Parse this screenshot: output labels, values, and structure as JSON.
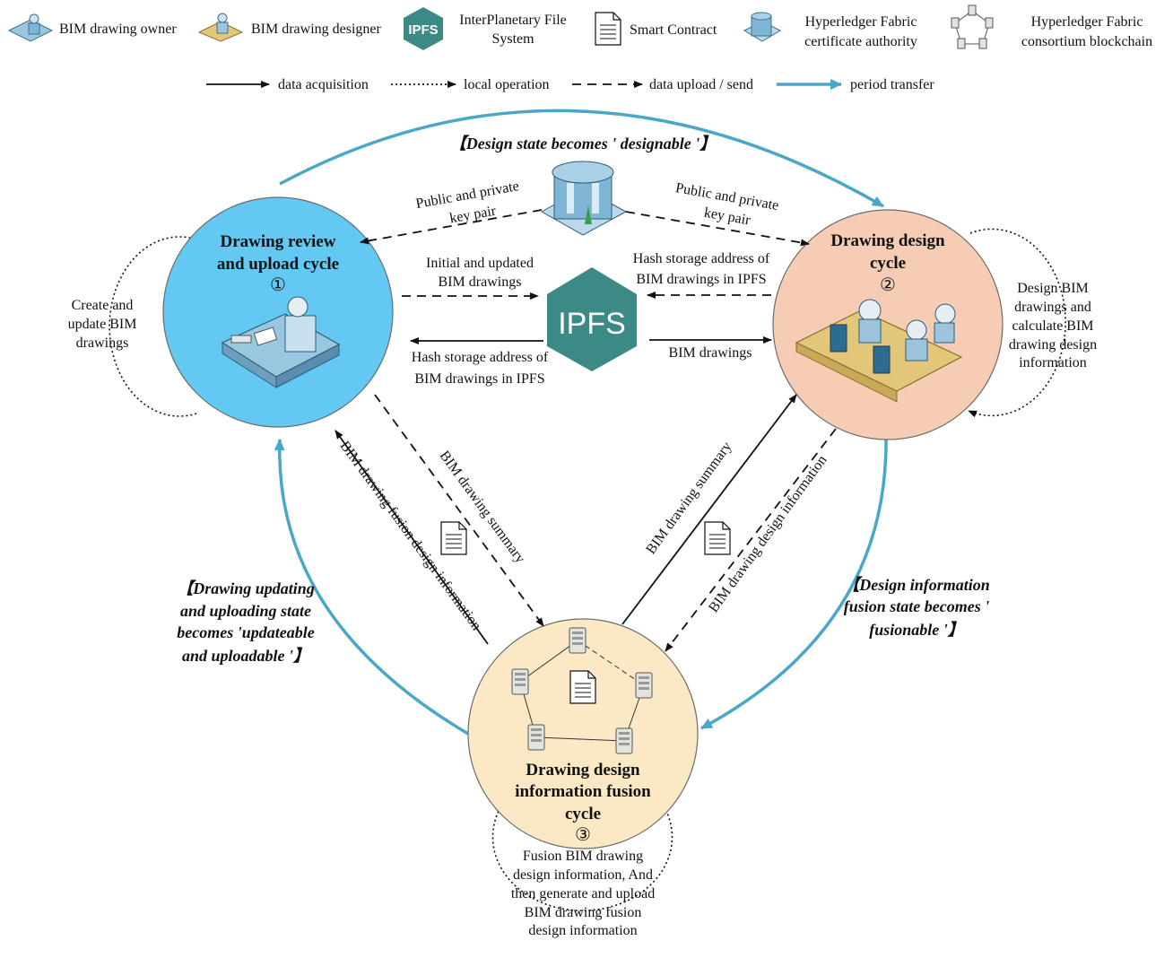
{
  "legend": {
    "owner": "BIM drawing owner",
    "designer": "BIM drawing designer",
    "ipfs_badge": "IPFS",
    "ipfs_line1": "InterPlanetary File",
    "ipfs_line2": "System",
    "contract": "Smart Contract",
    "ca_line1": "Hyperledger Fabric",
    "ca_line2": "certificate authority",
    "chain_line1": "Hyperledger Fabric",
    "chain_line2": "consortium blockchain",
    "acquisition": "data acquisition",
    "local": "local operation",
    "upload": "data upload / send",
    "transfer": "period transfer"
  },
  "cycles": {
    "review": {
      "line1": "Drawing review",
      "line2": "and upload cycle",
      "number": "①"
    },
    "design": {
      "line1": "Drawing design",
      "line2": "cycle",
      "number": "②"
    },
    "fusion": {
      "line1": "Drawing design",
      "line2": "information fusion",
      "line3": "cycle",
      "number": "③"
    }
  },
  "states": {
    "designable": "【Design state becomes ' designable '】",
    "fusionable_1": "【Design information",
    "fusionable_2": "fusion state becomes '",
    "fusionable_3": "fusionable '】",
    "updateable_1": "【Drawing updating",
    "updateable_2": "and uploading state",
    "updateable_3": "becomes 'updateable",
    "updateable_4": "and uploadable '】"
  },
  "local_ops": {
    "review": [
      "Create and",
      "update BIM",
      "drawings"
    ],
    "design": [
      "Design BIM",
      "drawings and",
      "calculate BIM",
      "drawing design",
      "information"
    ],
    "fusion": [
      "Fusion BIM drawing",
      "design information, And",
      "then generate and upload",
      "BIM drawing fusion",
      "design information"
    ]
  },
  "center": {
    "ipfs_badge": "IPFS",
    "key_left_1": "Public and private",
    "key_left_2": "key pair",
    "key_right_1": "Public and private",
    "key_right_2": "key pair",
    "initial_1": "Initial and updated",
    "initial_2": "BIM drawings",
    "hash_right_1": "Hash storage address of",
    "hash_right_2": "BIM drawings in IPFS",
    "hash_left_1": "Hash storage address of",
    "hash_left_2": "BIM drawings in IPFS",
    "bim_drawings": "BIM drawings"
  },
  "edges": {
    "fusion_design_info": "BIM drawing fusion design information",
    "summary_left": "BIM drawing summary",
    "summary_right": "BIM drawing summary",
    "design_info": "BIM drawing design information"
  },
  "colors": {
    "review_fill": "#63c8f2",
    "design_fill": "#f6cdb4",
    "fusion_fill": "#fbe9c5",
    "transfer": "#4aa8c6",
    "ipfs": "#3c8a85"
  }
}
